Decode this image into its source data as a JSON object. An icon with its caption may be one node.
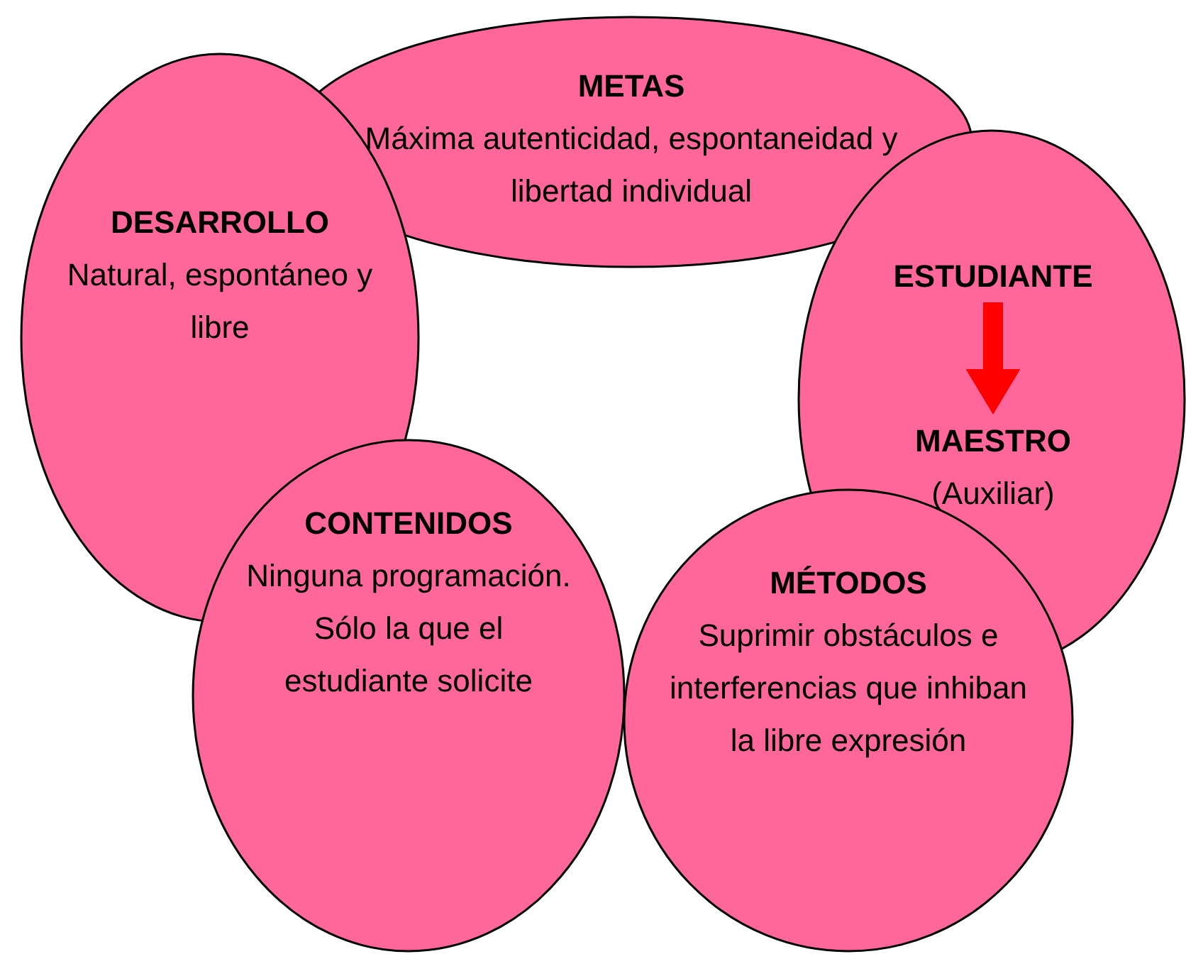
{
  "diagram": {
    "nodes": [
      {
        "text": [
          "METAS",
          "Máxima autenticidad, espontaneidad y libertad individual"
        ]
      },
      {
        "text": [
          "DESARROLLO",
          "Natural, espontáneo y libre"
        ]
      },
      {
        "text": [],
        "shape": "ellipse"
      },
      {
        "text": [
          "ESTUDIANTE"
        ],
        "in": 2
      },
      {
        "text": [
          "MAESTRO",
          "(Auxiliar)"
        ],
        "in": 2
      },
      {
        "text": [
          "CONTENIDOS",
          "Ninguna programación. Sólo la que el estudiante solicite"
        ]
      },
      {
        "text": [
          "MÉTODOS",
          "Suprimir obstáculos e interferencias que inhiban la libre expresión"
        ]
      }
    ],
    "edges": [
      {
        "from": 3,
        "to": 4,
        "arrow": "to",
        "color": "#ff0000"
      }
    ]
  }
}
